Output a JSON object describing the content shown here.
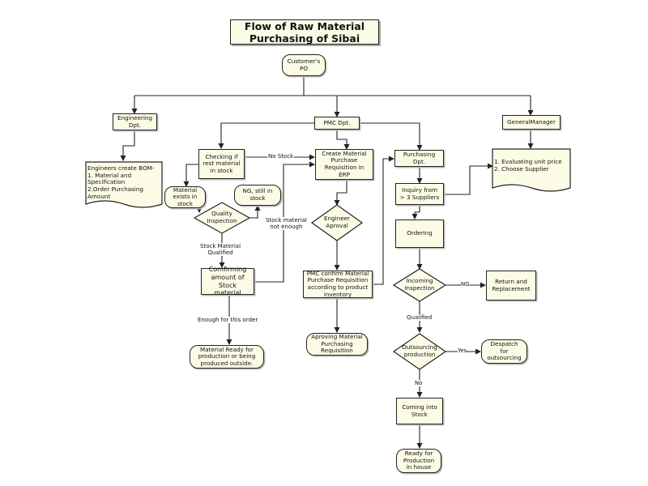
{
  "title": "Flow of Raw Material\nPurchasing of Sibai",
  "nodes": {
    "customers_po": "Customer's\nPO",
    "engineering": "Engineering\nDpt.",
    "pmc": "PMC Dpt.",
    "general_manager": "GeneralManager",
    "engineers_bom": "Engineers create BOM-\n1. Material and\nSpecification\n2.Order Purchasing\nAmount",
    "checking_rest": "Checking if\nrest material\nin stock",
    "create_requisition": "Create Material\nPurchase\nRequisition in\nERP",
    "purchasing": "Purchasing\nDpt.",
    "evaluating": "1. Evaluating unit price\n2. Choose Supplier",
    "material_exists": "Material\nexists in\nstock",
    "ng_still_in_stock": "NG, still in\nstock",
    "quality_inspection": "Quality\nInspection",
    "inquiry": "Inquiry from\n> 3 Suppliers",
    "engineer_approval": "Engineer\nAproval",
    "ordering": "Ordering",
    "confirming_amount": "Comfirming\namount of\nStock\nmaterial",
    "pmc_confirm": "PMC confirm Material\nPurchase Requisition\naccording to product\ninventory",
    "incoming_inspection": "Incoming\nInspection",
    "return_replacement": "Return and\nReplacement",
    "approving": "Aproving Material\nPurchasing\nRequisition",
    "material_ready": "Material Ready for\nproduction or being\nproduced outside.",
    "outsourcing_production": "Outsourcing\nproduction",
    "despatch": "Despatch\nfor\noutsourcing",
    "coming_into_stock": "Coming into\nStock",
    "ready_for_production": "Ready for\nProduction\nin house"
  },
  "edge_labels": {
    "no_stock": "No Stock",
    "stock_not_enough": "Stock material\nnot enough",
    "stock_qualified": "Stock Material\nQualified",
    "enough": "Enough for this order",
    "ng": "NG",
    "qualified": "Qualified",
    "yes": "Yes",
    "no": "No"
  }
}
